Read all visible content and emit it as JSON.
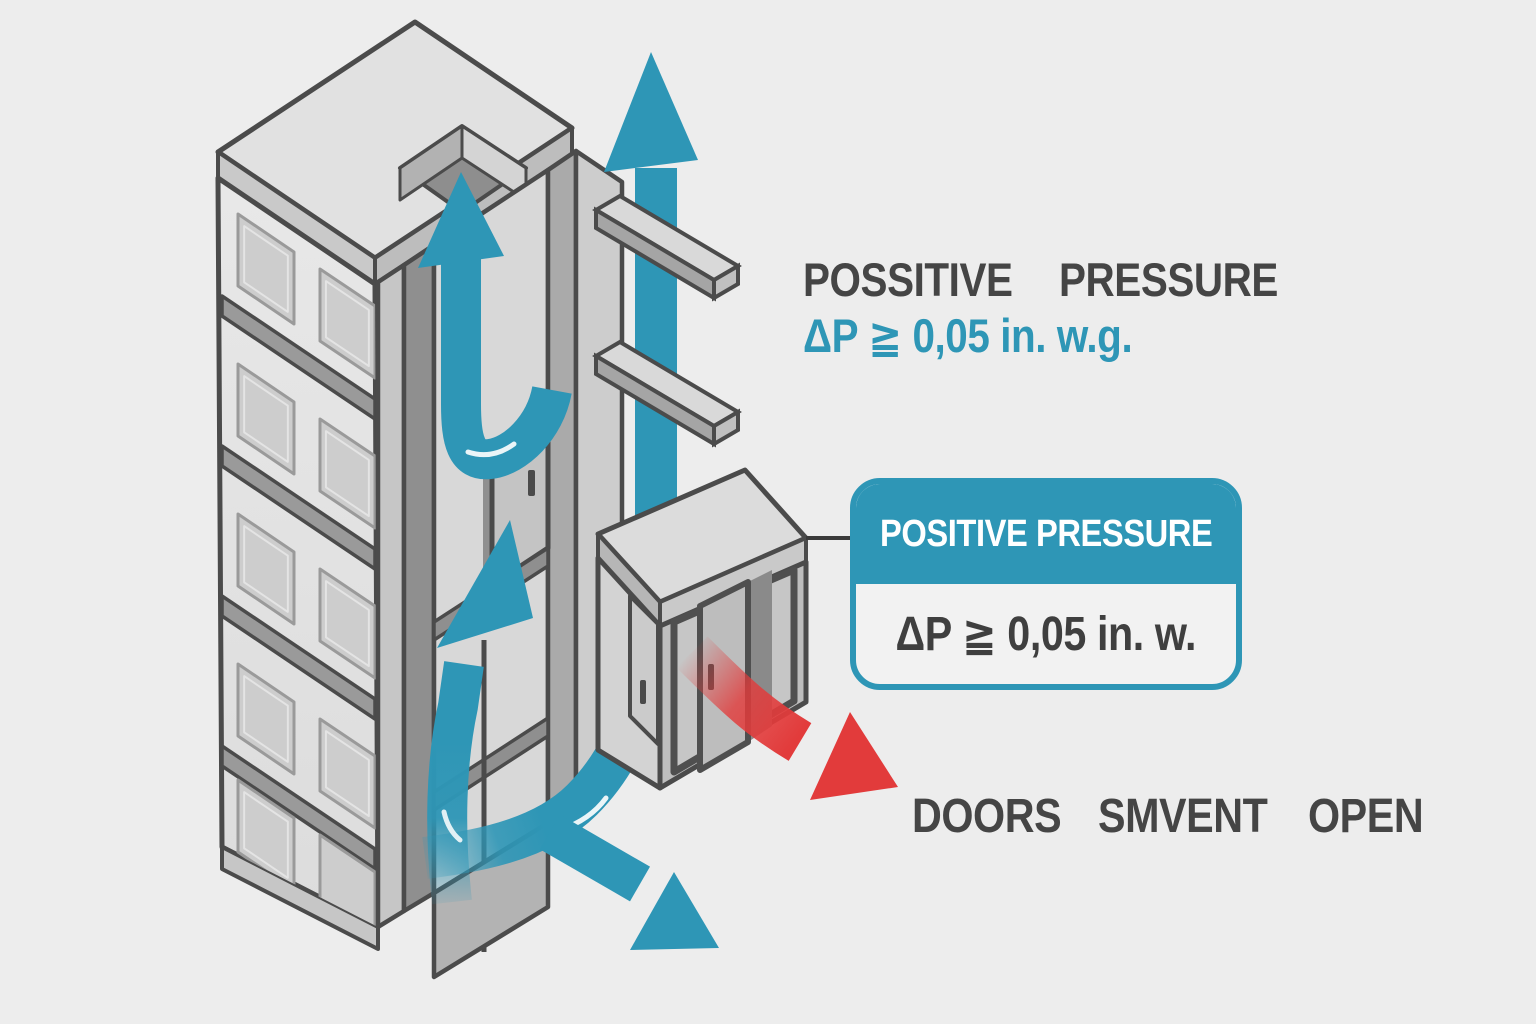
{
  "heading": {
    "line1": "POSSITIVE",
    "line2": "PRESSURE",
    "value": "ΔP ≧ 0,05 in. w.g."
  },
  "callout": {
    "title": "POSITIVE PRESSURE",
    "value": "ΔP ≧ 0,05 in. w."
  },
  "doors_note": {
    "line1": "DOORS",
    "line2": "SMVENT",
    "line3": "OPEN"
  },
  "colors": {
    "accent_blue": "#2E96B6",
    "arrow_red": "#E23B3B",
    "text_dark": "#454545",
    "outline_dark": "#4B4B4B",
    "background": "#EDEDED",
    "callout_body": "#F2F2F2",
    "callout_title_text": "#FFFFFF"
  },
  "diagram": {
    "building": {
      "visible_floors": 5,
      "windows_per_floor": 2
    },
    "arrows": [
      {
        "name": "roof-exhaust-arrow",
        "color": "blue",
        "direction": "up"
      },
      {
        "name": "external-updraft-arrow",
        "color": "blue",
        "direction": "up"
      },
      {
        "name": "shaft-intake-arrow",
        "color": "blue",
        "direction": "up"
      },
      {
        "name": "ground-exit-arrow",
        "color": "blue",
        "direction": "down-right"
      },
      {
        "name": "smoke-exit-arrow",
        "color": "red",
        "direction": "down-right"
      }
    ]
  }
}
